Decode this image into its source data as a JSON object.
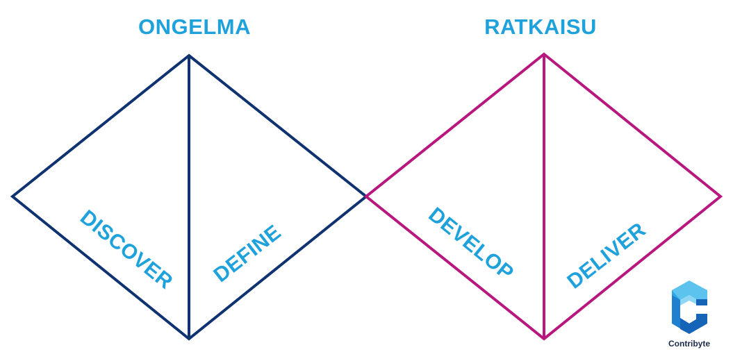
{
  "titles": {
    "left": "ONGELMA",
    "right": "RATKAISU"
  },
  "phases": {
    "discover": "DISCOVER",
    "define": "DEFINE",
    "develop": "DEVELOP",
    "deliver": "DELIVER"
  },
  "logo": {
    "name": "Contribyte"
  },
  "colors": {
    "left_diamond": "#0f3270",
    "right_diamond": "#b8187e",
    "text_accent": "#1fa2dc",
    "logo_light": "#2aa9e6",
    "logo_dark": "#1664b8"
  }
}
